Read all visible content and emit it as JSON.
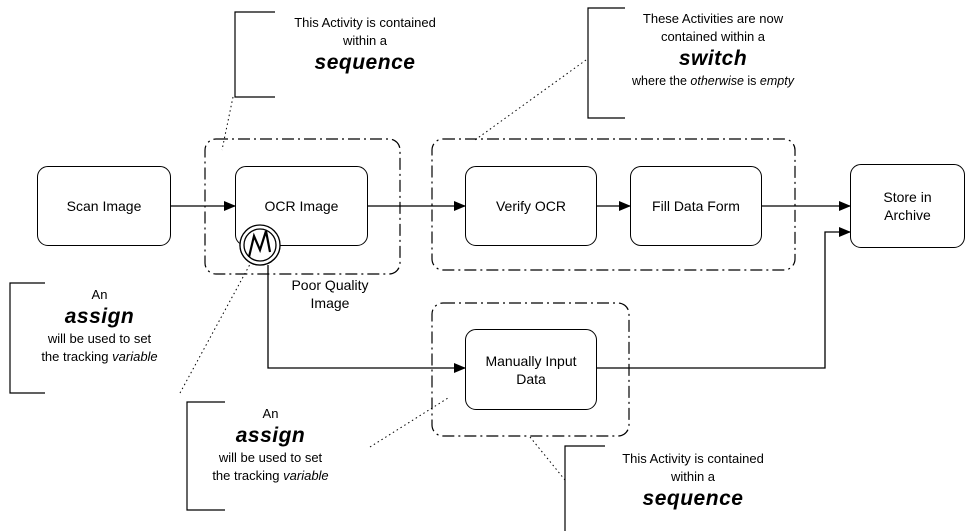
{
  "nodes": {
    "scan_image": "Scan Image",
    "ocr_image": "OCR Image",
    "verify_ocr": "Verify OCR",
    "fill_data_form": "Fill Data Form",
    "store_in_archive": "Store in Archive",
    "manually_input_data": "Manually Input Data"
  },
  "error_event": {
    "label": "Poor Quality Image",
    "icon": "lightning-error-icon"
  },
  "annotations": {
    "top_sequence": {
      "line1": "This Activity is contained",
      "line2": "within a",
      "keyword": "sequence"
    },
    "switch": {
      "line1": "These Activities are now",
      "line2": "contained within a",
      "keyword": "switch",
      "line3_prefix": "where the",
      "line3_italic1": "otherwise",
      "line3_mid": "is",
      "line3_italic2": "empty"
    },
    "left_assign": {
      "line1": "An",
      "keyword": "assign",
      "line2": "will be used to set",
      "line3_prefix": "the tracking",
      "line3_italic": "variable"
    },
    "bottom_assign": {
      "line1": "An",
      "keyword": "assign",
      "line2": "will be used to set",
      "line3_prefix": "the tracking",
      "line3_italic": "variable"
    },
    "bottom_sequence": {
      "line1": "This Activity is contained",
      "line2": "within a",
      "keyword": "sequence"
    }
  }
}
